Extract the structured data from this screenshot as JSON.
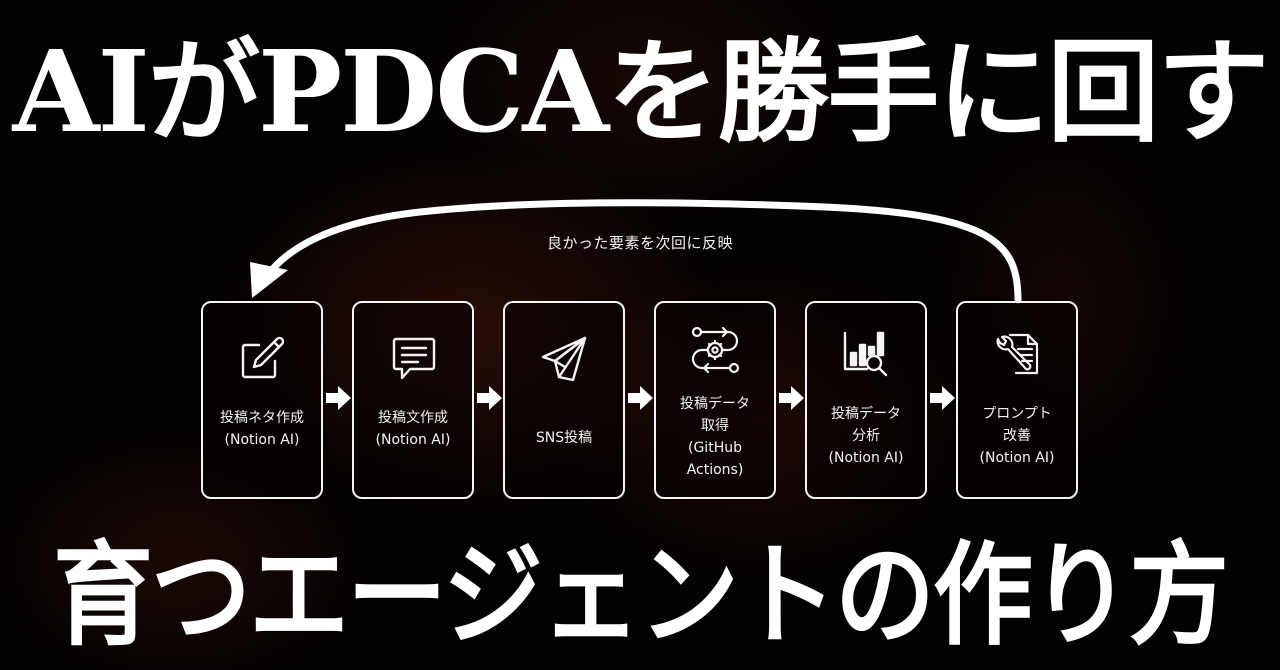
{
  "title": {
    "top": "AIがPDCAを勝手に回す",
    "bottom": "育つエージェントの作り方"
  },
  "loop": {
    "label": "良かった要素を次回に反映",
    "arrow_color": "#ffffff"
  },
  "steps": [
    {
      "icon": "edit-note-icon",
      "line1": "投稿ネタ作成",
      "line2": "(Notion AI)",
      "line3": "",
      "line4": ""
    },
    {
      "icon": "chat-bubble-icon",
      "line1": "投稿文作成",
      "line2": "(Notion AI)",
      "line3": "",
      "line4": ""
    },
    {
      "icon": "paper-plane-icon",
      "line1": "SNS投稿",
      "line2": "",
      "line3": "",
      "line4": ""
    },
    {
      "icon": "workflow-gear-icon",
      "line1": "投稿データ",
      "line2": "取得",
      "line3": "(GitHub",
      "line4": "Actions)"
    },
    {
      "icon": "chart-magnifier-icon",
      "line1": "投稿データ",
      "line2": "分析",
      "line3": "(Notion AI)",
      "line4": ""
    },
    {
      "icon": "wrench-document-icon",
      "line1": "プロンプト",
      "line2": "改善",
      "line3": "(Notion AI)",
      "line4": ""
    }
  ],
  "colors": {
    "background": "#050202",
    "foreground": "#ffffff",
    "smoke": "#46160c"
  }
}
